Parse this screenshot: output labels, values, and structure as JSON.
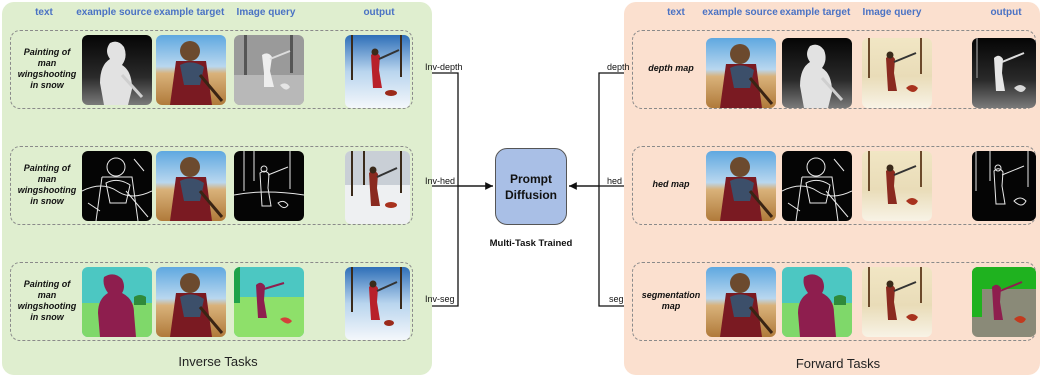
{
  "inverse_panel": {
    "title": "Inverse Tasks",
    "headers": [
      "text",
      "example source",
      "example target",
      "Image query",
      "output"
    ],
    "rows": [
      {
        "caption": "Painting of man wingshooting in snow",
        "source": "depth",
        "query": "depth",
        "link_label": "Inv-depth"
      },
      {
        "caption": "Painting of man wingshooting in snow",
        "source": "hed",
        "query": "hed",
        "link_label": "Inv-hed"
      },
      {
        "caption": "Painting of man wingshooting in snow",
        "source": "seg",
        "query": "seg",
        "link_label": "Inv-seg"
      }
    ]
  },
  "forward_panel": {
    "title": "Forward Tasks",
    "headers": [
      "text",
      "example source",
      "example target",
      "Image query",
      "output"
    ],
    "rows": [
      {
        "caption": "depth map",
        "target": "depth",
        "output": "depth",
        "link_label": "depth"
      },
      {
        "caption": "hed map",
        "target": "hed",
        "output": "hed",
        "link_label": "hed"
      },
      {
        "caption": "segmentation map",
        "target": "seg",
        "output": "seg",
        "link_label": "seg"
      }
    ]
  },
  "center": {
    "model_line1": "Prompt",
    "model_line2": "Diffusion",
    "subtitle": "Multi-Task Trained"
  },
  "colors": {
    "inverse_bg": "#dfeecf",
    "forward_bg": "#fbe0cf",
    "header_text": "#4a72c4",
    "model_box": "#a9bfe6"
  }
}
